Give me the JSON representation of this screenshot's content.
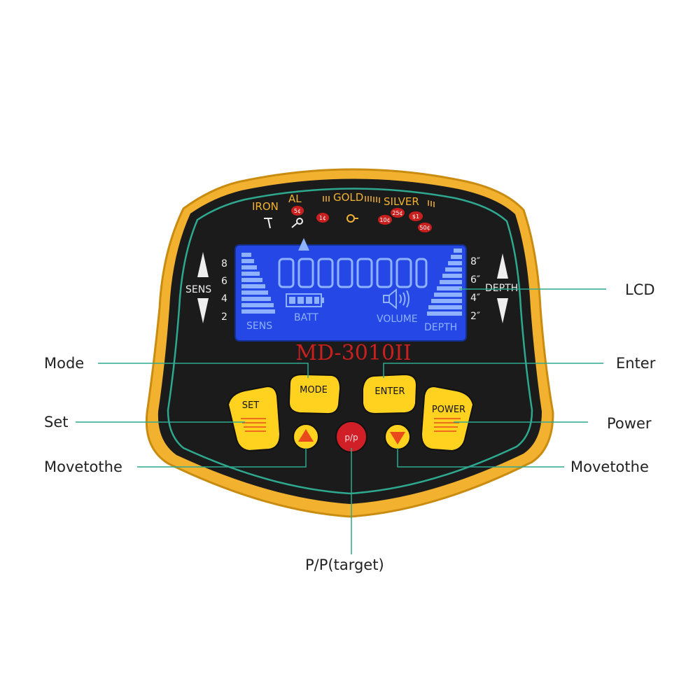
{
  "device": {
    "model": "MD-3010II",
    "colors": {
      "frame": "#f2b230",
      "panel": "#1b1b1b",
      "trim": "#2ea98f",
      "lcd": "#2447e6",
      "lcd_seg": "#8fb2ff",
      "model_red": "#c8201f",
      "button_yellow": "#ffd21f",
      "arrow_red": "#e84a1c",
      "pp_red": "#d11f28"
    },
    "metal_scale": {
      "labels": [
        "IRON",
        "AL",
        "GOLD",
        "SILVER"
      ],
      "coins": [
        "5¢",
        "1¢",
        "10¢",
        "25¢",
        "$1",
        "50¢"
      ]
    },
    "sens": {
      "label": "SENS",
      "ticks": [
        "8",
        "6",
        "4",
        "2"
      ]
    },
    "depth": {
      "label": "DEPTH",
      "ticks": [
        "8″",
        "6″",
        "4″",
        "2″"
      ]
    },
    "lcd": {
      "sens": "SENS",
      "batt": "BATT",
      "volume": "VOLUME",
      "depth": "DEPTH"
    },
    "buttons": {
      "mode": "MODE",
      "enter": "ENTER",
      "set": "SET",
      "power": "POWER",
      "pp": "p/p"
    }
  },
  "callouts": {
    "lcd": "LCD",
    "mode": "Mode",
    "enter": "Enter",
    "set": "Set",
    "power": "Power",
    "move_left": "Movetothe",
    "move_right": "Movetothe",
    "pp": "P/P(target)"
  }
}
